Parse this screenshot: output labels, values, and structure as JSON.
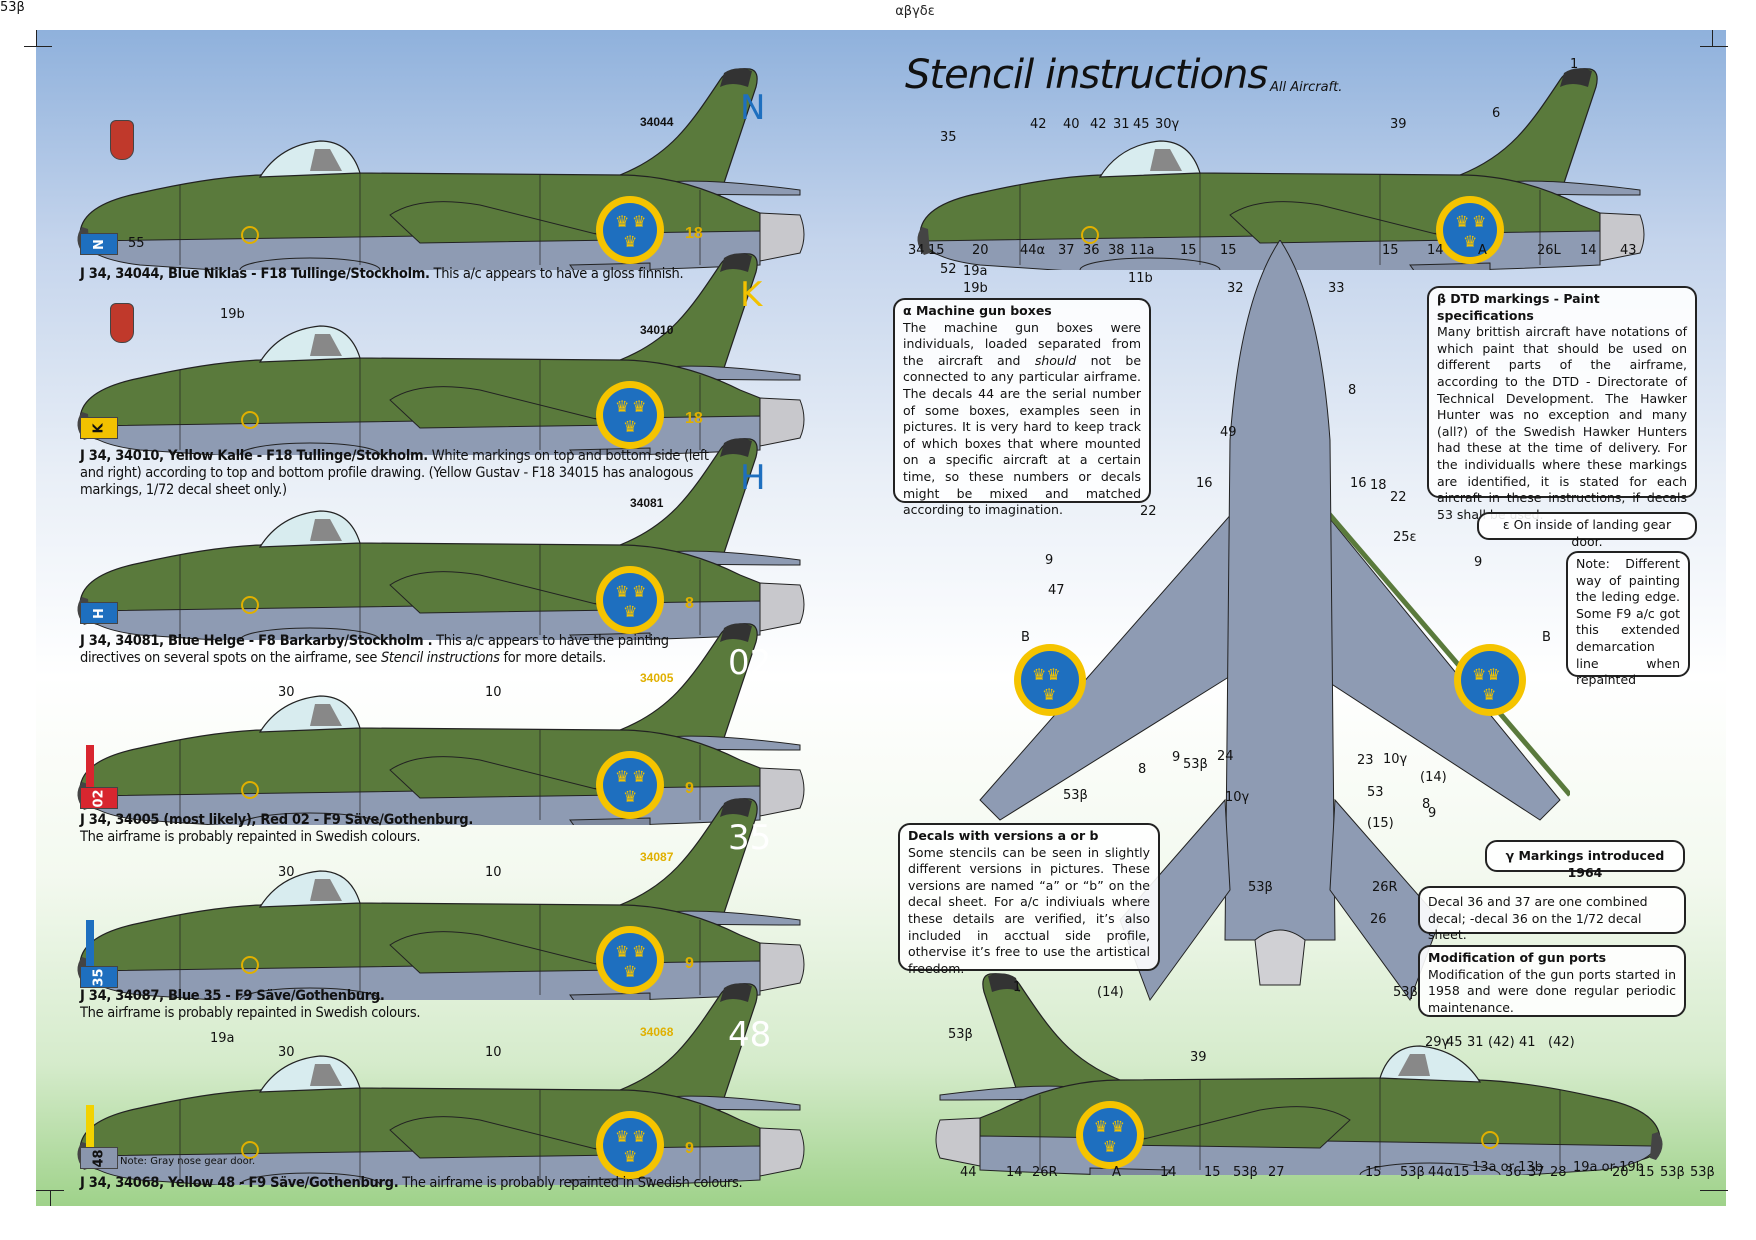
{
  "header": {
    "greek": "αβγδε"
  },
  "left_column": {
    "aircraft": [
      {
        "fin_code": "N",
        "fin_code_color": "#1e6fbf",
        "serial": "34044",
        "serial_color": "#111111",
        "unit_number": "18",
        "code_box": {
          "letter": "N",
          "bg": "#1e6fbf",
          "fg": "#ffffff",
          "ref": "55"
        },
        "callouts": [],
        "caption_bold": "J 34, 34044, Blue Niklas - F18  Tullinge/Stockholm.",
        "caption_rest": " This a/c appears to have a gloss finnish."
      },
      {
        "fin_code": "K",
        "fin_code_color": "#f2c200",
        "serial": "34010",
        "serial_color": "#111111",
        "unit_number": "18",
        "code_box": {
          "letter": "K",
          "bg": "#f2c200",
          "fg": "#111111",
          "ref": ""
        },
        "callouts": [
          "19b"
        ],
        "caption_bold": "J 34, 34010, Yellow Kalle - F18 Tullinge/Stokholm.",
        "caption_rest": " White markings on top and bottom side (left and right) according to top and bottom profile drawing. (Yellow Gustav - F18 34015 has analogous markings, 1/72 decal sheet only.)"
      },
      {
        "fin_code": "H",
        "fin_code_color": "#1e6fbf",
        "serial": "34081",
        "serial_color": "#111111",
        "unit_number": "8",
        "code_box": {
          "letter": "H",
          "bg": "#1e6fbf",
          "fg": "#ffffff",
          "ref": ""
        },
        "callouts": [],
        "caption_bold": "J 34, 34081, Blue Helge - F8 Barkarby/Stockholm .",
        "caption_rest": " This a/c appears to have the painting directives on several spots on the airframe, see ",
        "caption_italic": "Stencil instructions",
        "caption_tail": " for more details."
      },
      {
        "fin_code": "02",
        "fin_code_color": "#ffffff",
        "serial": "34005",
        "serial_color": "#e0b000",
        "unit_number": "9",
        "nose_band": "#d8262f",
        "code_box": {
          "letter": "02",
          "bg": "#d8262f",
          "fg": "#ffffff",
          "ref": ""
        },
        "callouts": [
          "30",
          "10"
        ],
        "caption_bold": "J 34, 34005 (most likely), Red 02 - F9 Säve/Gothenburg.",
        "caption_rest": "The airframe is probably repainted in Swedish colours."
      },
      {
        "fin_code": "35",
        "fin_code_color": "#ffffff",
        "serial": "34087",
        "serial_color": "#e0b000",
        "unit_number": "9",
        "nose_band": "#1e6fbf",
        "code_box": {
          "letter": "35",
          "bg": "#1e6fbf",
          "fg": "#ffffff",
          "ref": ""
        },
        "callouts": [
          "30",
          "10"
        ],
        "caption_bold": "J 34, 34087, Blue 35 - F9 Säve/Gothenburg.",
        "caption_rest": "The airframe is probably repainted in Swedish colours."
      },
      {
        "fin_code": "48",
        "fin_code_color": "#ffffff",
        "serial": "34068",
        "serial_color": "#e0b000",
        "unit_number": "9",
        "nose_band": "#f2d200",
        "code_box": {
          "letter": "48",
          "bg": "#8a96ad",
          "fg": "#111111",
          "ref": ""
        },
        "code_note": "Note: Gray nose gear door.",
        "callouts": [
          "19a",
          "30",
          "10"
        ],
        "caption_bold": "J 34, 34068, Yellow 48 - F9 Säve/Gothenburg.",
        "caption_rest": " The airframe is probably repainted in Swedish colours."
      }
    ]
  },
  "right_column": {
    "title": "Stencil instructions",
    "subtitle": "All Aircraft.",
    "top_profile_labels": {
      "above": [
        "35",
        "42",
        "40",
        "42",
        "31",
        "45",
        "30γ",
        "39",
        "6",
        "1"
      ],
      "below": [
        "34",
        "15",
        "52",
        "20",
        "19a",
        "19b",
        "44α",
        "37",
        "36",
        "38",
        "11a",
        "11b",
        "15",
        "15",
        "15",
        "14",
        "A",
        "26L",
        "14",
        "43"
      ]
    },
    "planform_labels": [
      "32",
      "33",
      "8",
      "49",
      "16",
      "16",
      "18",
      "22",
      "22",
      "25ε",
      "9",
      "47",
      "B",
      "9",
      "B",
      "53β",
      "8",
      "9",
      "53β",
      "24",
      "10γ",
      "23",
      "10γ",
      "53",
      "(15)",
      "(14)",
      "8",
      "9",
      "53β",
      "26R",
      "26",
      "(14)",
      "53β",
      "53β"
    ],
    "bottom_profile_labels": {
      "above": [
        "1",
        "53β",
        "39",
        "29γ",
        "45",
        "31",
        "(42)",
        "41",
        "(42)"
      ],
      "below": [
        "44",
        "14",
        "26R",
        "A",
        "14",
        "15",
        "53β",
        "27",
        "15",
        "53β",
        "44α",
        "15",
        "13a or 13b",
        "36",
        "37",
        "28",
        "19a or 19b",
        "20",
        "15",
        "53β",
        "53β"
      ]
    },
    "notes": {
      "machine_gun": {
        "title": "α Machine gun boxes",
        "body_pre": "The machine gun boxes were individuals, loaded separated from the aircraft and ",
        "body_italic": "should",
        "body_post": " not be connected to any particular airframe. The decals 44 are the serial number of some boxes, examples seen in pictures. It is very hard to keep track of which boxes that where mounted on a specific aircraft at a certain time, so these numbers or decals might be mixed and matched according to imagination."
      },
      "dtd": {
        "title": "β DTD markings - Paint specifications",
        "body": "Many brittish aircraft have notations of which paint that should be used on different parts of the airframe, according to the DTD - Directorate of Technical Development. The Hawker Hunter was no exception and many (all?) of the Swedish  Hawker Hunters had these at the time of delivery. For the individualls where these markings are identified, it is stated for each aircraft in these instructions, if decals 53 shall be used."
      },
      "landing_gear": {
        "body": "ε On inside of landing gear door."
      },
      "leading_edge": {
        "body": "Note:  Different way of painting the leding edge. Some F9 a/c got this extended demarcation line when repainted"
      },
      "versions": {
        "title": "Decals with versions a or b",
        "body": "Some stencils can be seen in slightly different versions in pictures. These versions are named “a” or “b” on the decal sheet. For a/c indiviuals where these details are verified, it’s also included in acctual side profile, othervise it’s free to use the artistical freedom."
      },
      "markings_1964": {
        "body": "γ Markings introduced 1964"
      },
      "decal_36_37": {
        "body": "Decal 36 and 37 are one combined decal; -decal 36 on the 1/72 decal sheet."
      },
      "gun_ports": {
        "title": "Modification of gun ports",
        "body": "Modification of the gun ports started in 1958 and were done regular periodic maintenance."
      }
    }
  },
  "colors": {
    "green": "#5a7a3c",
    "grey": "#8e9bb3",
    "roundel_blue": "#1e6fbf",
    "roundel_yellow": "#f5c400",
    "callout_line": "#d04a2a"
  }
}
